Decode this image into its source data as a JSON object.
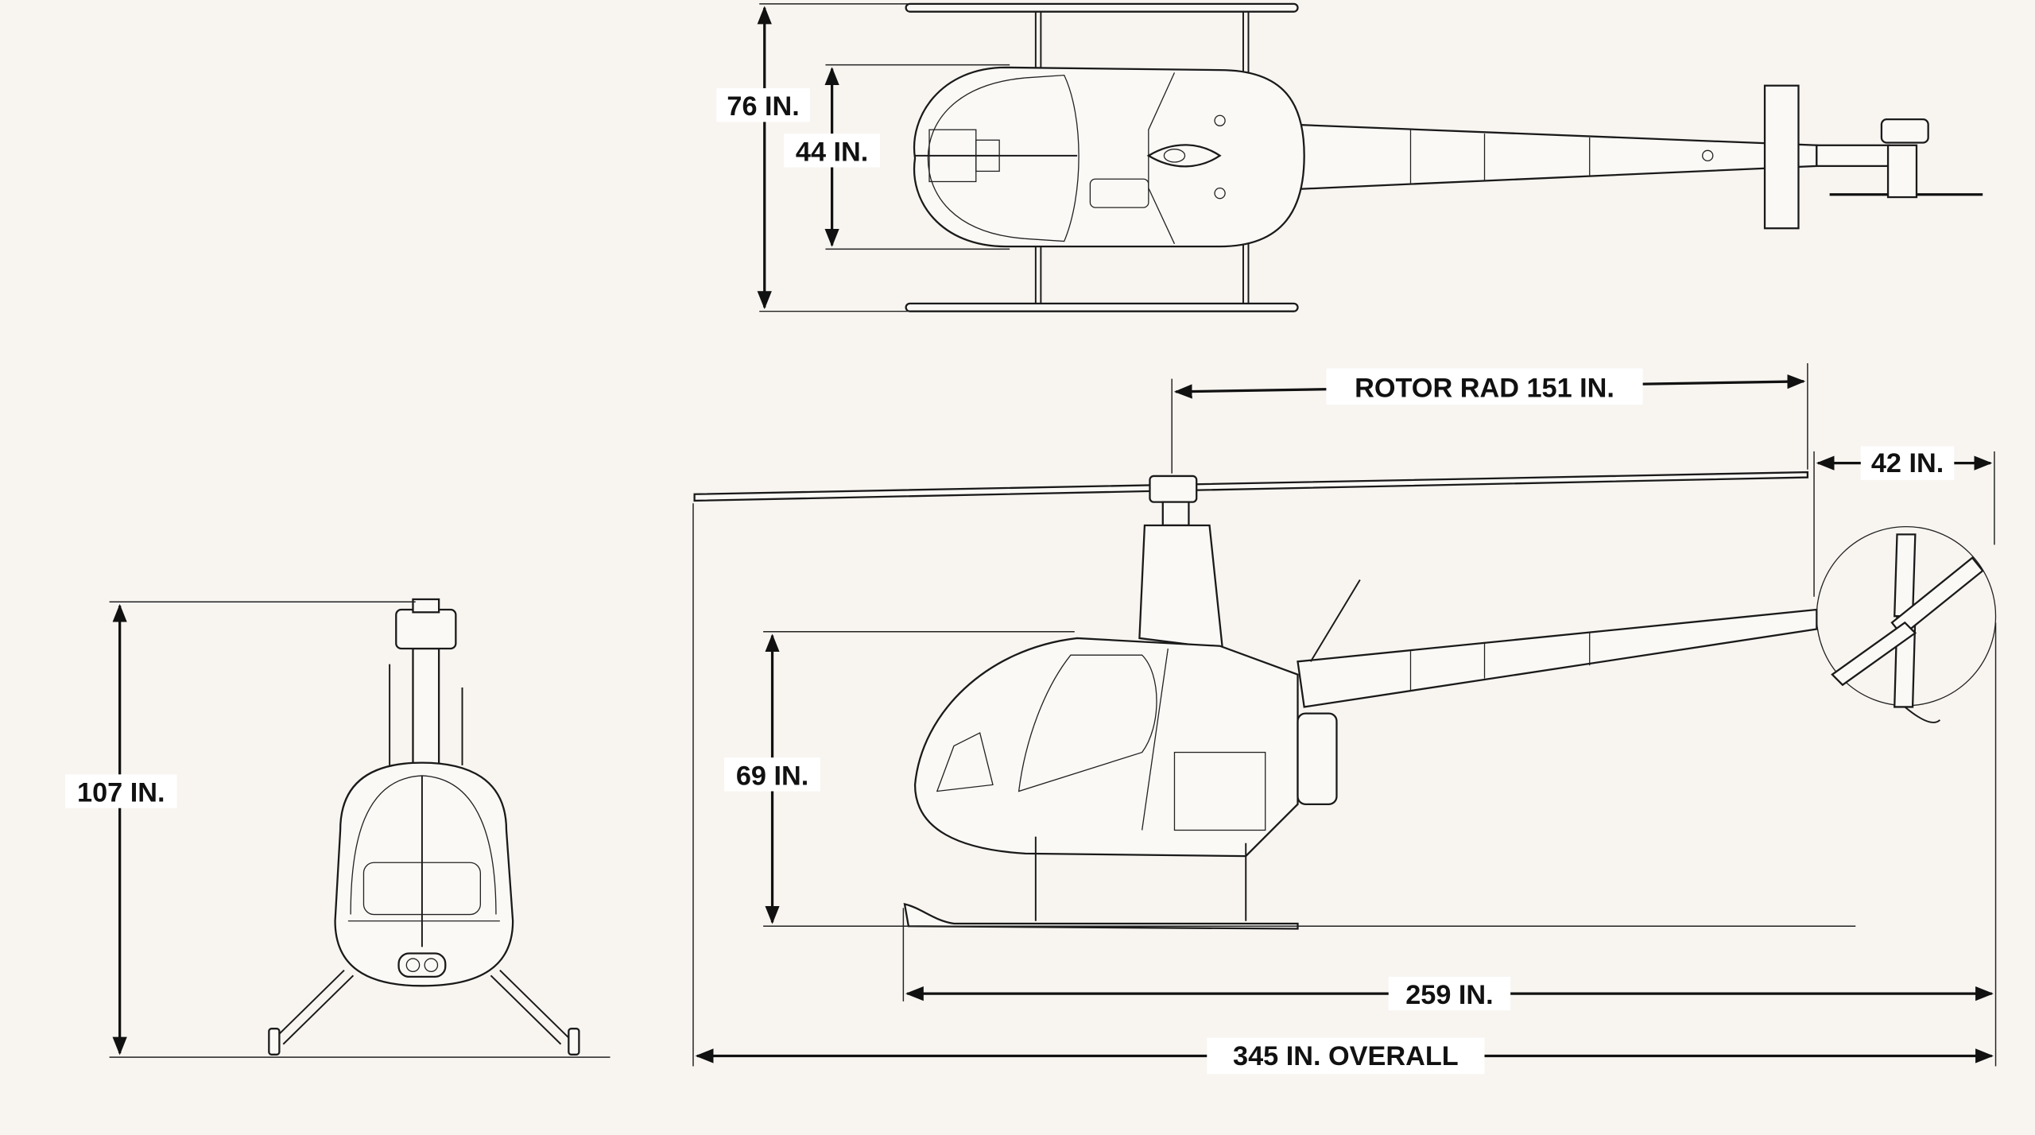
{
  "title": "Helicopter three-view dimension drawing",
  "colors": {
    "background": "#f8f5f1",
    "line": "#1a1a1a",
    "label_bg": "#ffffff"
  },
  "dimensions": {
    "top_width_outer": "76 IN.",
    "top_width_cabin": "44 IN.",
    "rotor_radius": "ROTOR RAD 151 IN.",
    "tail_rotor": "42 IN.",
    "front_height": "107 IN.",
    "side_cabin_height": "69 IN.",
    "skid_to_tail": "259 IN.",
    "overall_length": "345 IN. OVERALL"
  }
}
